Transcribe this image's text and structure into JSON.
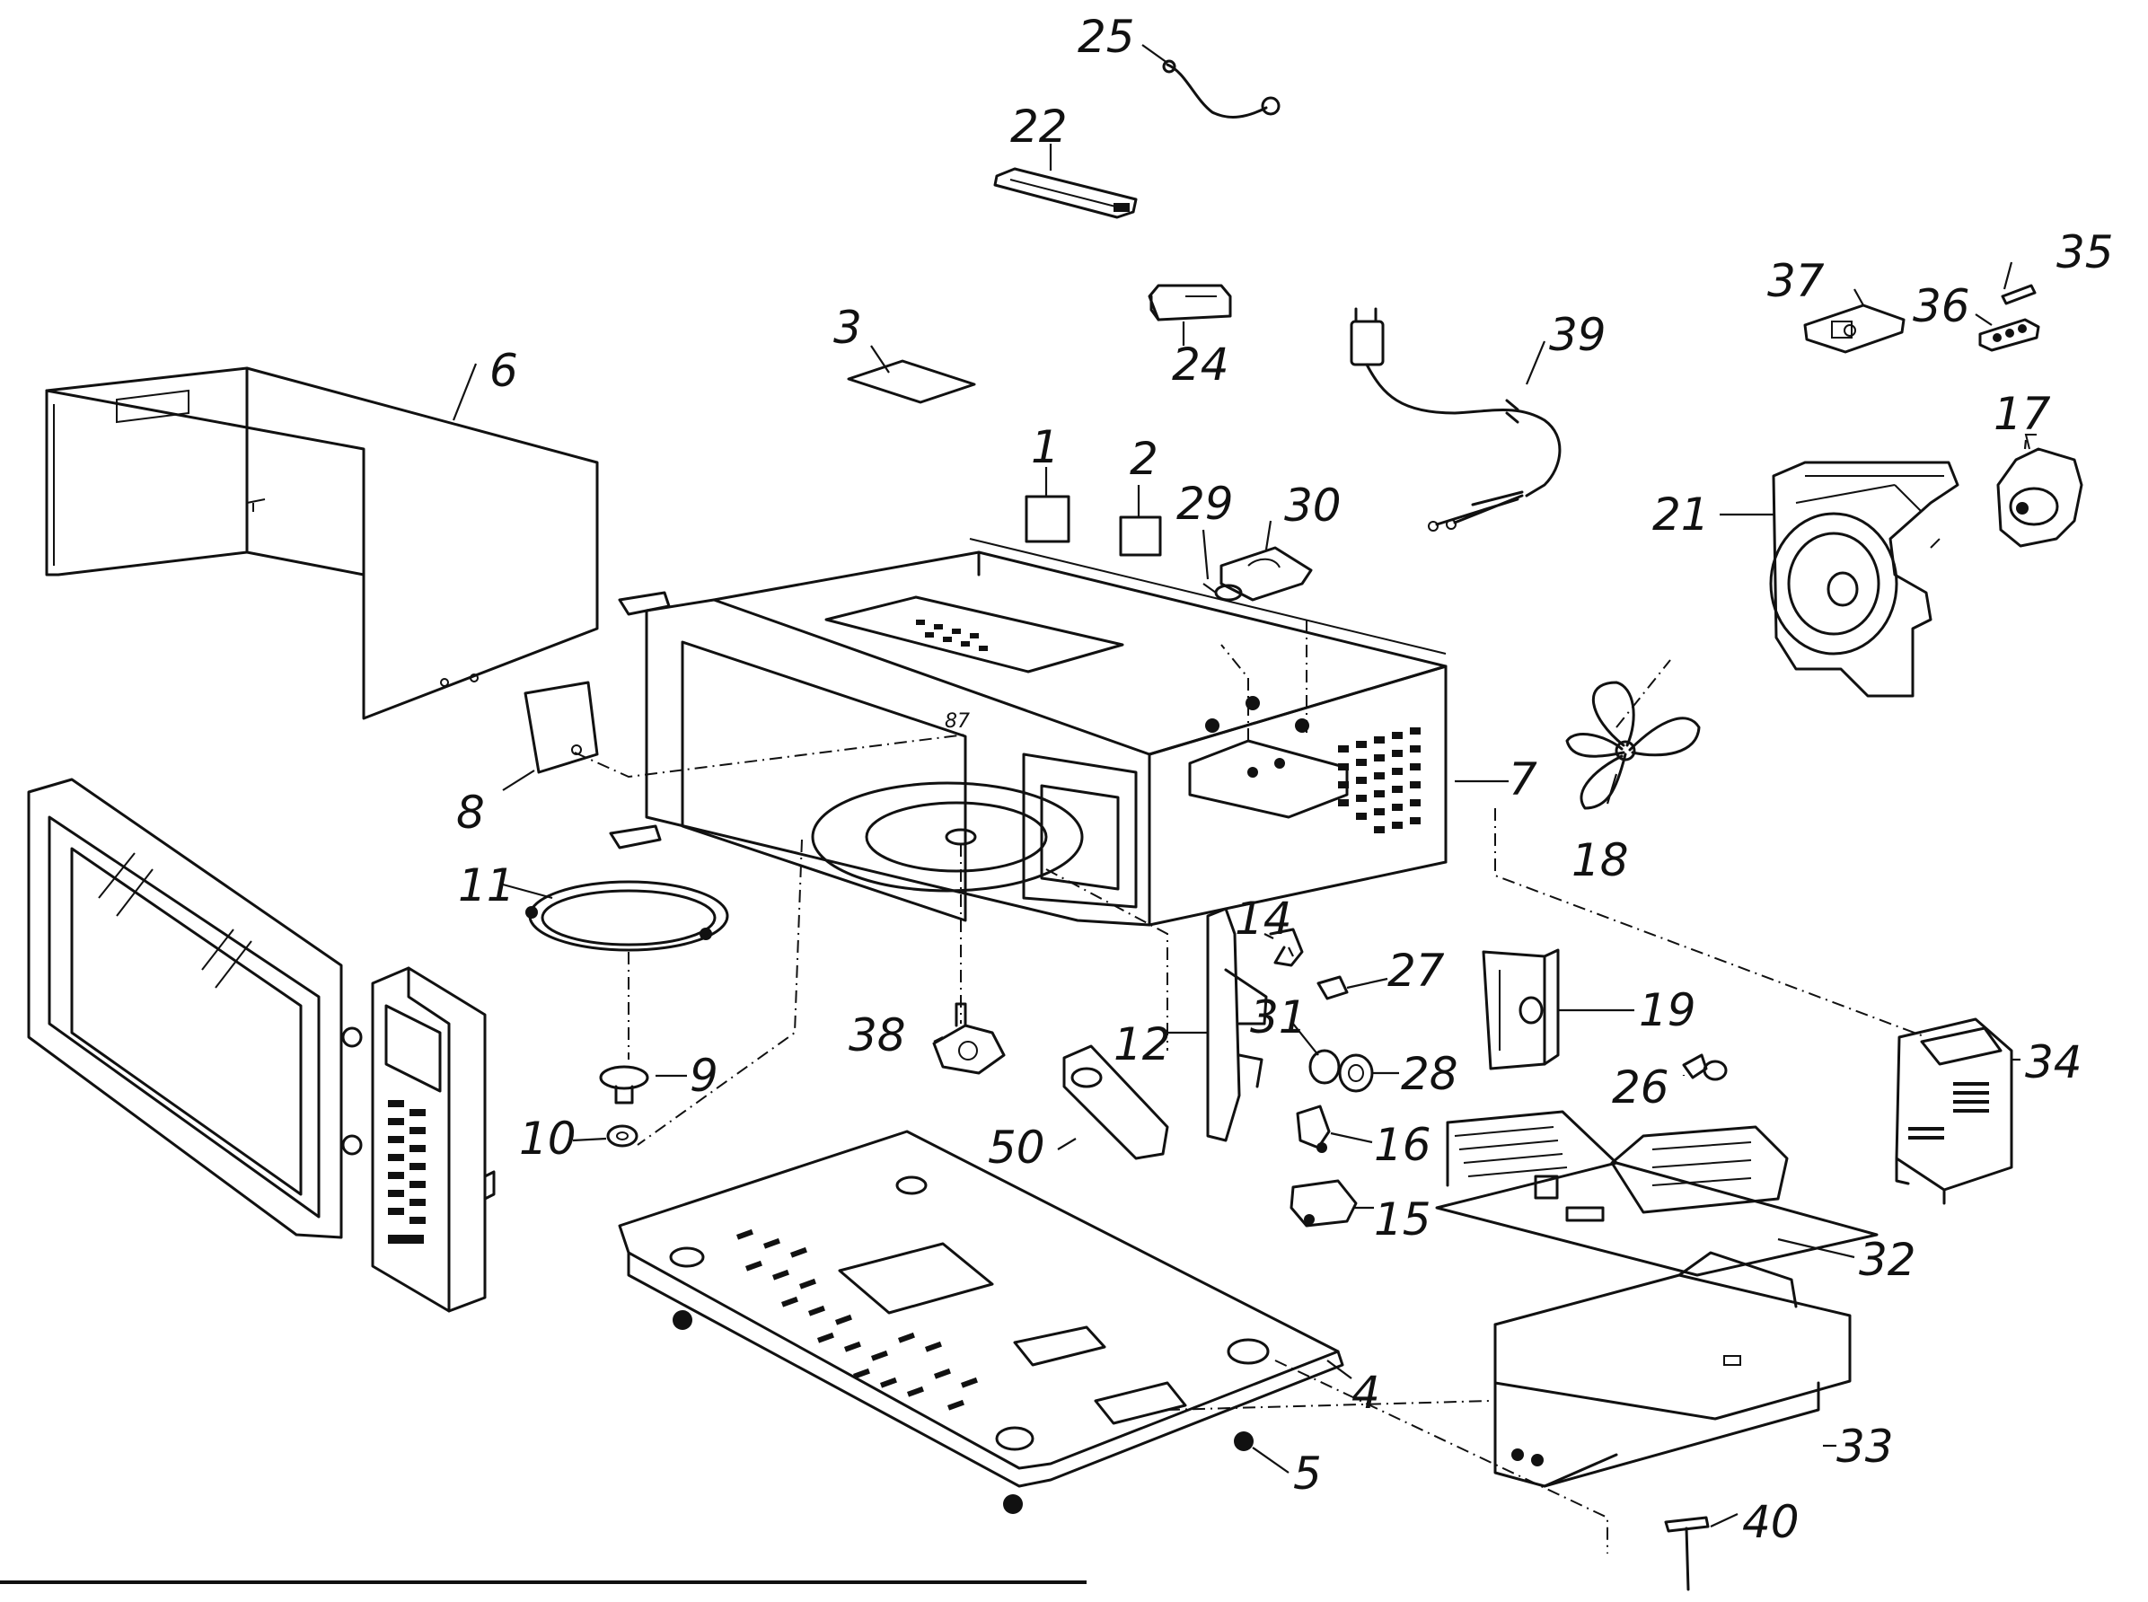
{
  "diagram": {
    "parts": [
      {
        "id": "p1",
        "num": "1"
      },
      {
        "id": "p2",
        "num": "2"
      },
      {
        "id": "p3",
        "num": "3"
      },
      {
        "id": "p4",
        "num": "4"
      },
      {
        "id": "p5",
        "num": "5"
      },
      {
        "id": "p6",
        "num": "6"
      },
      {
        "id": "p7",
        "num": "7"
      },
      {
        "id": "p8",
        "num": "8"
      },
      {
        "id": "p9",
        "num": "9"
      },
      {
        "id": "p10",
        "num": "10"
      },
      {
        "id": "p11",
        "num": "11"
      },
      {
        "id": "p12",
        "num": "12"
      },
      {
        "id": "p14",
        "num": "14"
      },
      {
        "id": "p15",
        "num": "15"
      },
      {
        "id": "p16",
        "num": "16"
      },
      {
        "id": "p17",
        "num": "17"
      },
      {
        "id": "p18",
        "num": "18"
      },
      {
        "id": "p19",
        "num": "19"
      },
      {
        "id": "p21",
        "num": "21"
      },
      {
        "id": "p22",
        "num": "22"
      },
      {
        "id": "p24",
        "num": "24"
      },
      {
        "id": "p25",
        "num": "25"
      },
      {
        "id": "p26",
        "num": "26"
      },
      {
        "id": "p27",
        "num": "27"
      },
      {
        "id": "p28",
        "num": "28"
      },
      {
        "id": "p29",
        "num": "29"
      },
      {
        "id": "p30",
        "num": "30"
      },
      {
        "id": "p31",
        "num": "31"
      },
      {
        "id": "p32",
        "num": "32"
      },
      {
        "id": "p33",
        "num": "33"
      },
      {
        "id": "p34",
        "num": "34"
      },
      {
        "id": "p35",
        "num": "35"
      },
      {
        "id": "p36",
        "num": "36"
      },
      {
        "id": "p37",
        "num": "37"
      },
      {
        "id": "p38",
        "num": "38"
      },
      {
        "id": "p39",
        "num": "39"
      },
      {
        "id": "p40",
        "num": "40"
      },
      {
        "id": "p50",
        "num": "50"
      }
    ],
    "cavity_mark": "87"
  }
}
